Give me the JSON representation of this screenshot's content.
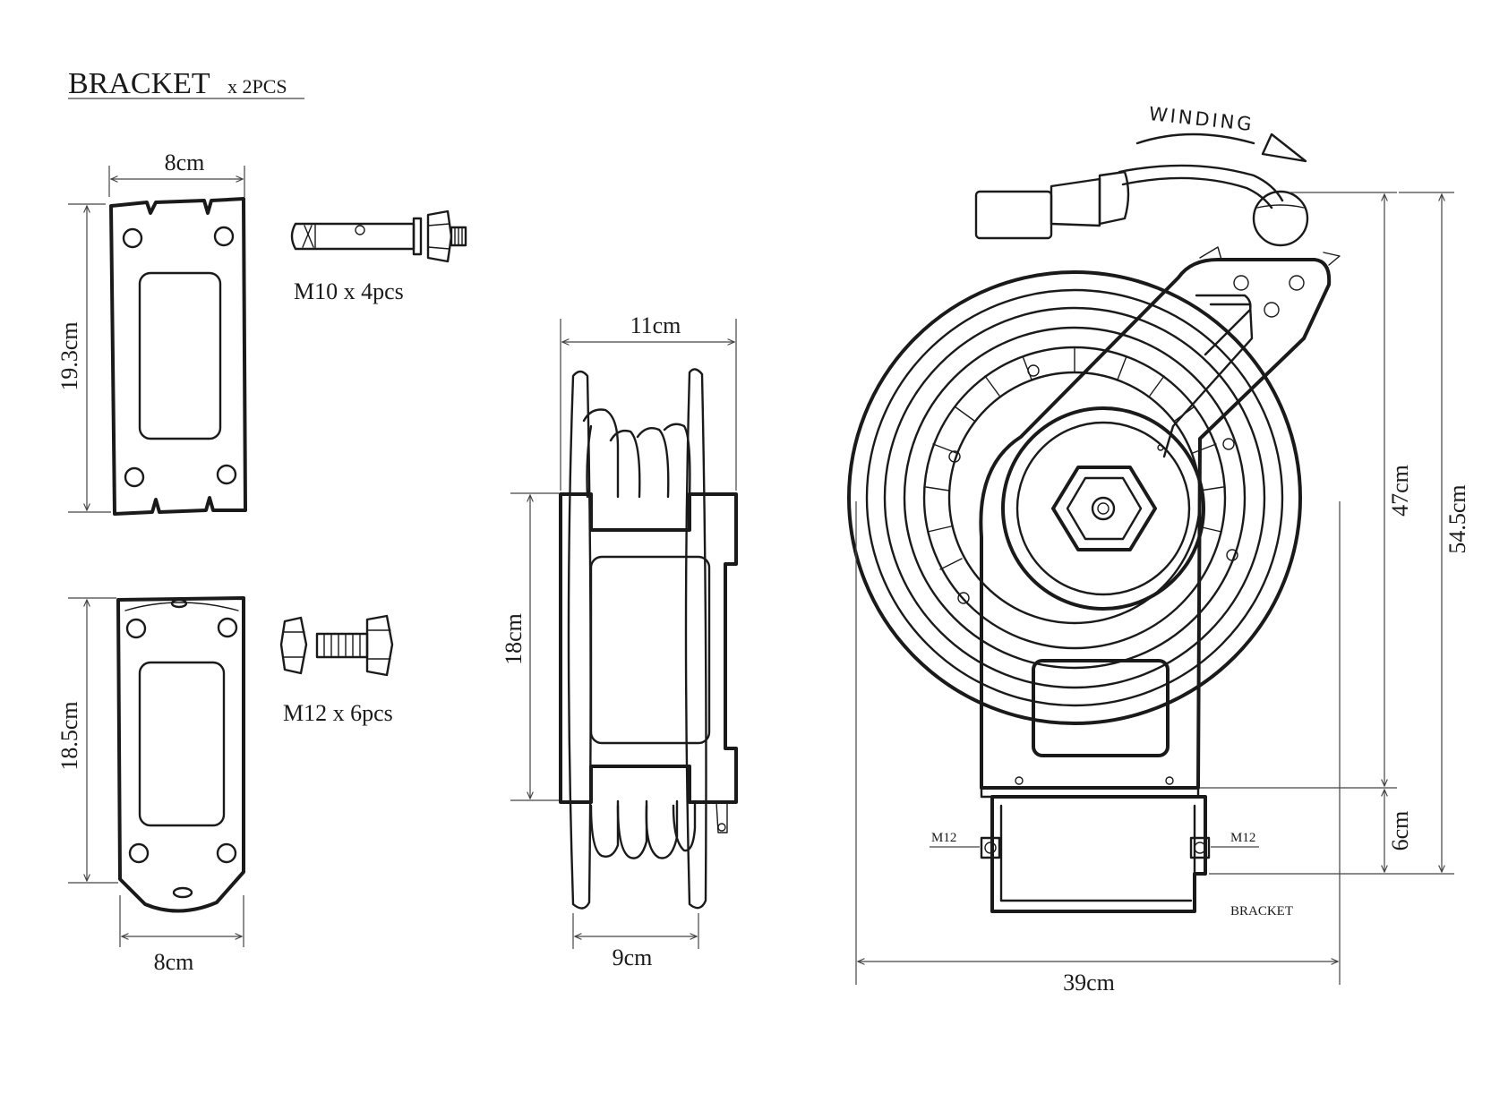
{
  "header": {
    "title": "BRACKET",
    "title_suffix": "x 2PCS"
  },
  "bracket_top": {
    "width_label": "8cm",
    "height_label": "19.3cm"
  },
  "bracket_bottom": {
    "width_label": "8cm",
    "height_label": "18.5cm"
  },
  "hardware": {
    "anchor_bolt_label": "M10 x 4pcs",
    "hex_bolt_label": "M12 x 6pcs"
  },
  "side_view": {
    "width_top_label": "11cm",
    "width_bottom_label": "9cm",
    "height_label": "18cm"
  },
  "front_view": {
    "rotation_label": "WINDING",
    "width_label": "39cm",
    "height_body_label": "47cm",
    "height_total_label": "54.5cm",
    "bracket_height_label": "6cm",
    "bolt_left_label": "M12",
    "bolt_right_label": "M12",
    "bracket_label": "BRACKET"
  }
}
